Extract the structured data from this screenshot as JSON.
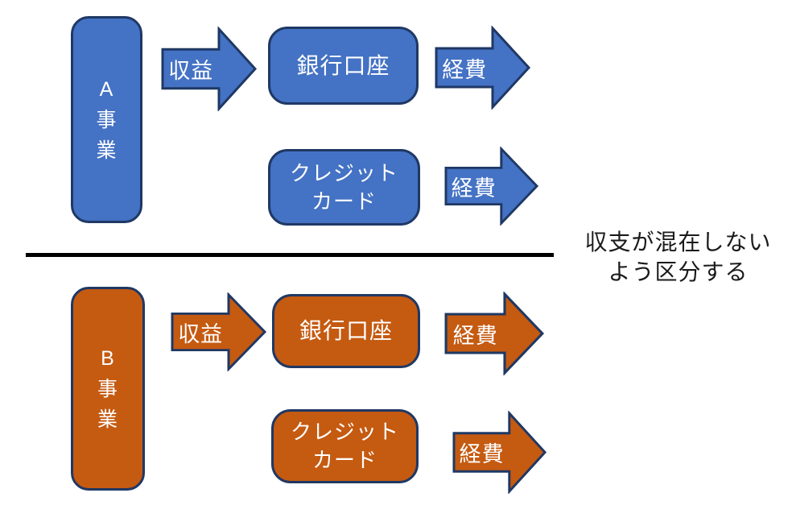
{
  "colors": {
    "blue_fill": "#4472C4",
    "orange_fill": "#C55A11",
    "shape_border": "#1F3864",
    "shape_text": "#FFFFFF",
    "annotation_text": "#1A1A1A",
    "divider": "#000000",
    "background": "#FFFFFF"
  },
  "section_a": {
    "business_label": "A\n事\n業",
    "revenue_arrow_label": "収益",
    "bank_account_label": "銀行口座",
    "bank_expense_arrow_label": "経費",
    "credit_card_label": "クレジット\nカード",
    "card_expense_arrow_label": "経費"
  },
  "section_b": {
    "business_label": "B\n事\n業",
    "revenue_arrow_label": "収益",
    "bank_account_label": "銀行口座",
    "bank_expense_arrow_label": "経費",
    "credit_card_label": "クレジット\nカード",
    "card_expense_arrow_label": "経費"
  },
  "annotation": {
    "text": "収支が混在しない\nよう区分する"
  }
}
